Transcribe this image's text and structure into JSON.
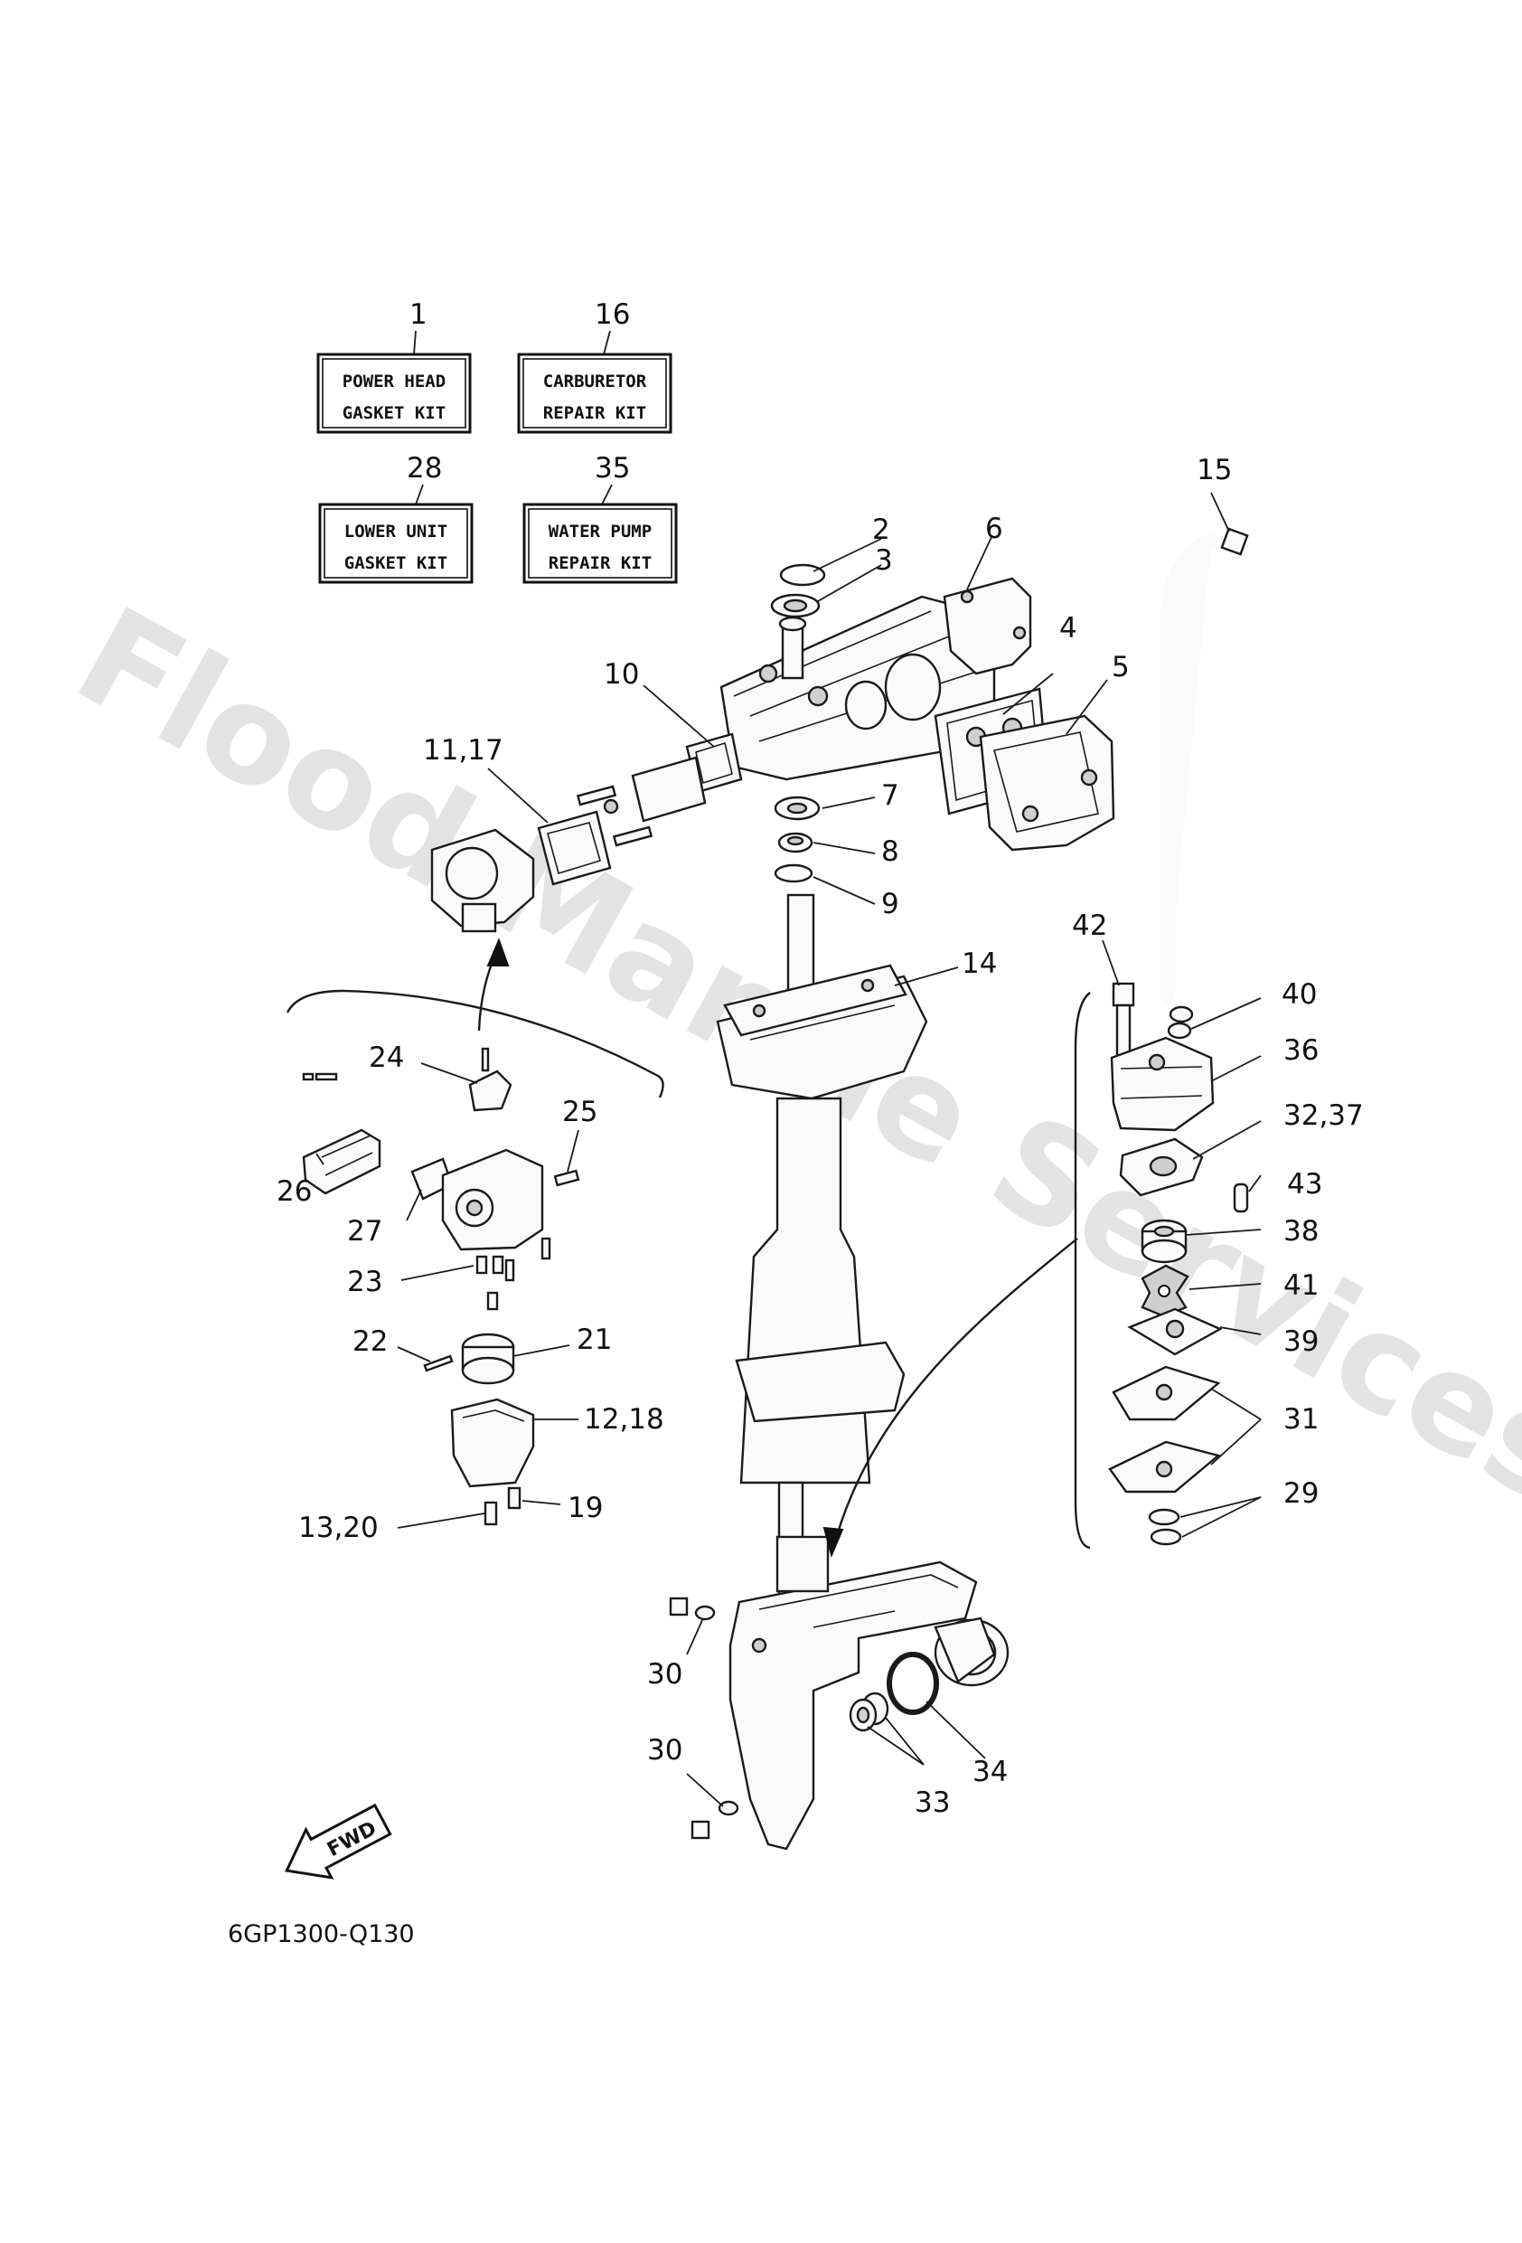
{
  "watermark": "Flood Marine Services",
  "kit_boxes": [
    {
      "number": "1",
      "line1": "POWER HEAD",
      "line2": "GASKET KIT"
    },
    {
      "number": "16",
      "line1": "CARBURETOR",
      "line2": "REPAIR KIT"
    },
    {
      "number": "28",
      "line1": "LOWER UNIT",
      "line2": "GASKET KIT"
    },
    {
      "number": "35",
      "line1": "WATER PUMP",
      "line2": "REPAIR KIT"
    }
  ],
  "part_labels": {
    "p2": "2",
    "p3": "3",
    "p4": "4",
    "p5": "5",
    "p6": "6",
    "p7": "7",
    "p8": "8",
    "p9": "9",
    "p10": "10",
    "p11_17": "11,17",
    "p12_18": "12,18",
    "p13_20": "13,20",
    "p14": "14",
    "p15": "15",
    "p19": "19",
    "p21": "21",
    "p22": "22",
    "p23": "23",
    "p24": "24",
    "p25": "25",
    "p26": "26",
    "p27": "27",
    "p29": "29",
    "p30a": "30",
    "p30b": "30",
    "p31": "31",
    "p32_37": "32,37",
    "p33": "33",
    "p34": "34",
    "p36": "36",
    "p38": "38",
    "p39": "39",
    "p40": "40",
    "p41": "41",
    "p42": "42",
    "p43": "43"
  },
  "fwd_label": "FWD",
  "diagram_code": "6GP1300-Q130"
}
